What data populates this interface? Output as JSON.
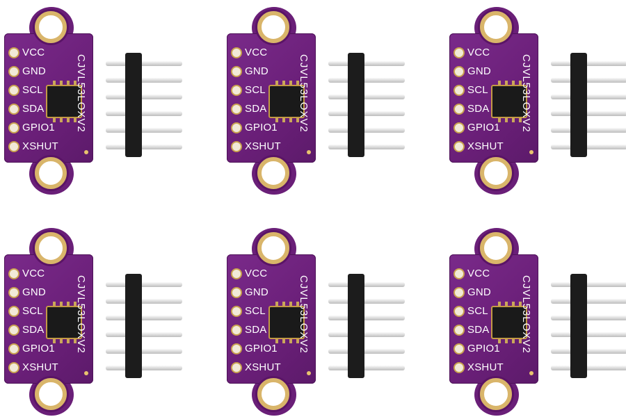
{
  "product": {
    "model_label": "CJVL53LOXV2",
    "pins": [
      "VCC",
      "GND",
      "SCL",
      "SDA",
      "GPIO1",
      "XSHUT"
    ],
    "units": [
      {
        "id": 1
      },
      {
        "id": 2
      },
      {
        "id": 3
      },
      {
        "id": 4
      },
      {
        "id": 5
      },
      {
        "id": 6
      }
    ]
  },
  "colors": {
    "pcb": "#6a1f78",
    "pad_gold": "#c9a24f",
    "header_black": "#1c1c1c",
    "pin_silver": "#d9d9d9",
    "background": "#ffffff"
  }
}
